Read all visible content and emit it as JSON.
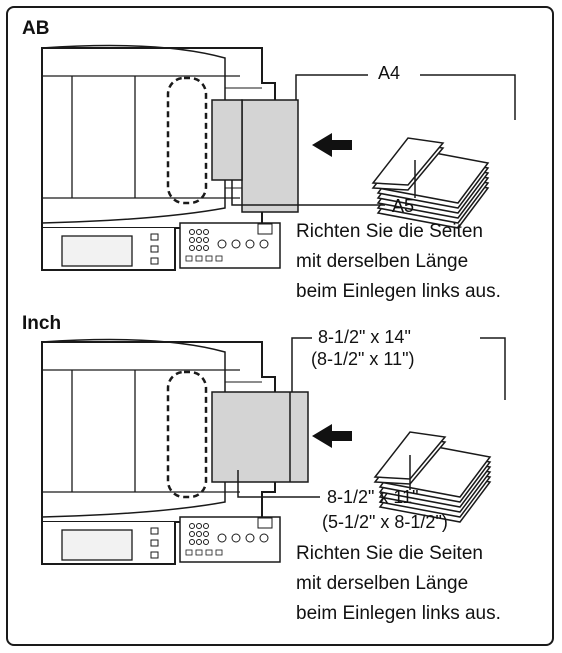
{
  "sections": [
    {
      "header": "AB",
      "label_top": "A4",
      "label_bottom": "A5",
      "note_lines": [
        "Richten Sie die Seiten",
        "mit derselben Länge",
        "beim Einlegen links aus."
      ]
    },
    {
      "header": "Inch",
      "label_top_1": "8-1/2\" x 14\"",
      "label_top_2": "(8-1/2\" x 11\")",
      "label_bottom_1": "8-1/2\" x 11\"",
      "label_bottom_2": "(5-1/2\" x 8-1/2\")",
      "note_lines": [
        "Richten Sie die Seiten",
        "mit derselben Länge",
        "beim Einlegen links aus."
      ]
    }
  ],
  "colors": {
    "line": "#1a1a1a",
    "paper_fill": "#d4d4d4",
    "screen_fill": "#f2f2f2"
  },
  "icons": [
    "copier-illustration",
    "paper-stack-icon",
    "insert-arrow-icon",
    "alignment-marker-dashed"
  ]
}
